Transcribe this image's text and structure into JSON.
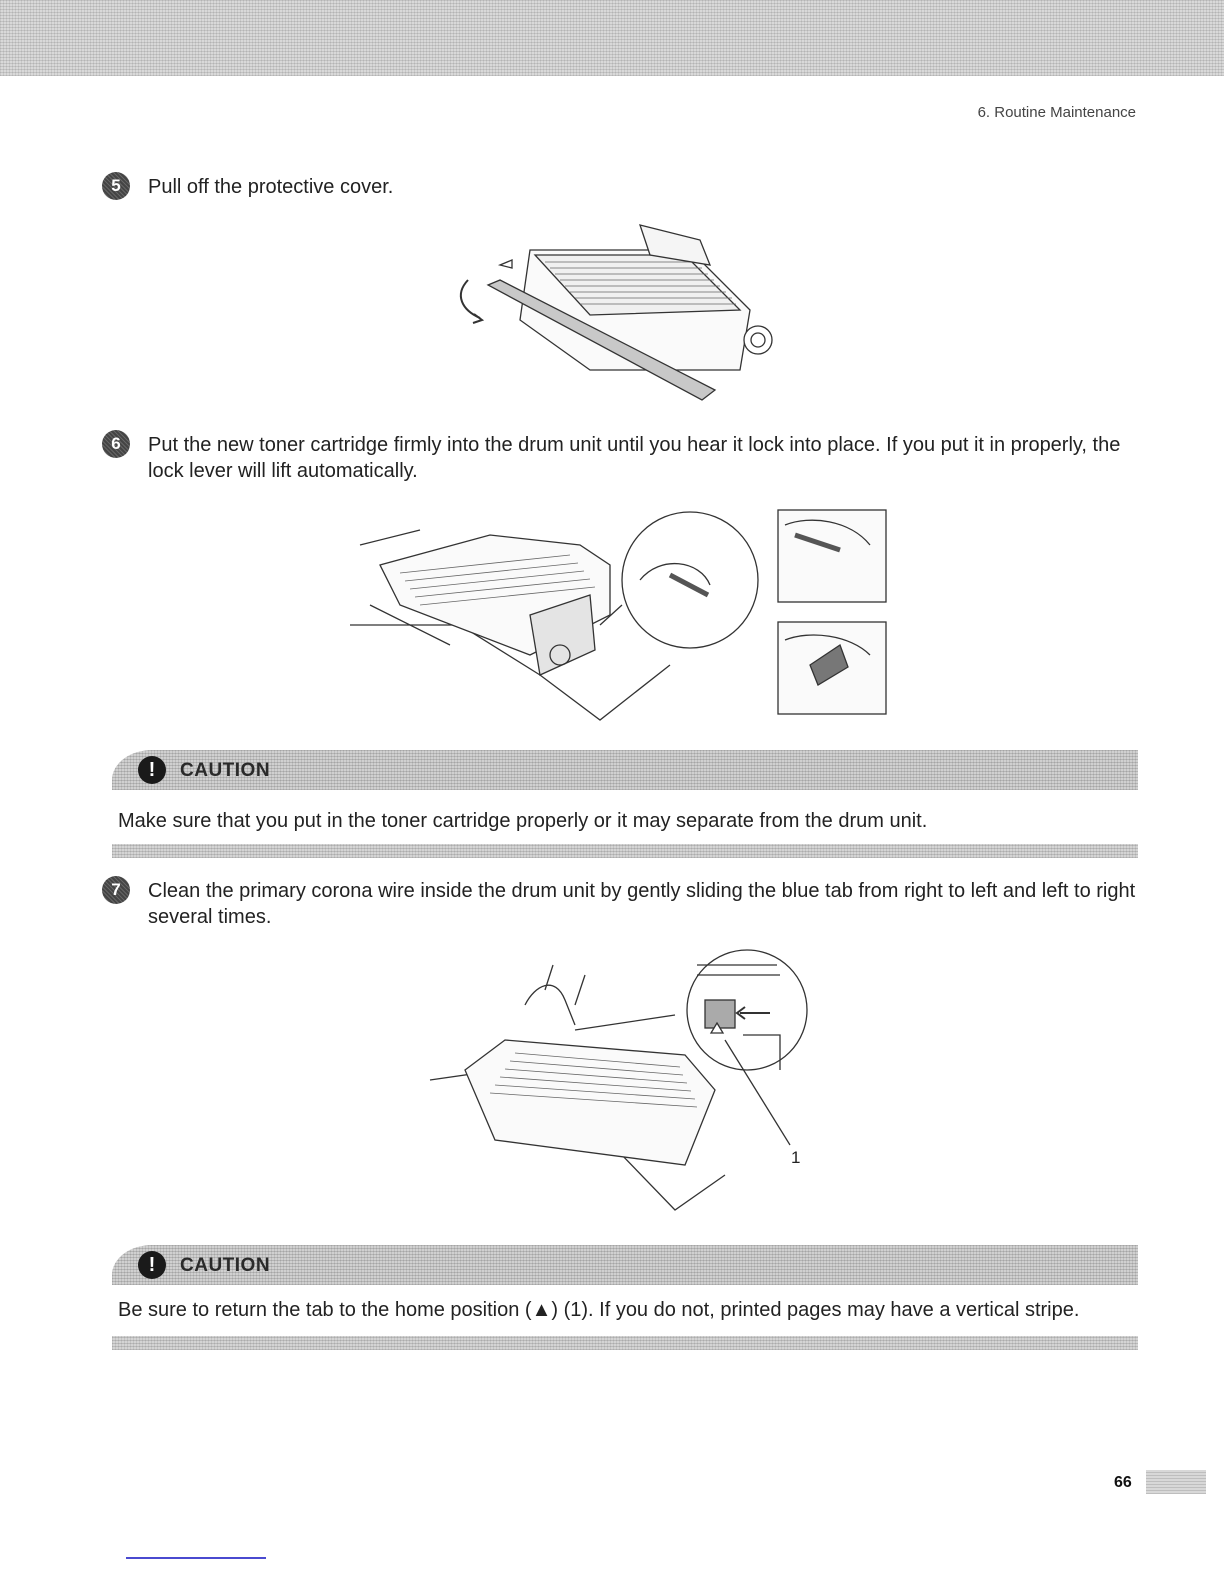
{
  "header": {
    "section": "6. Routine Maintenance"
  },
  "steps": [
    {
      "number": "5",
      "text": "Pull off the protective cover."
    },
    {
      "number": "6",
      "text": "Put the new toner cartridge firmly into the drum unit until you hear it lock into place. If you put it in properly, the lock lever will lift automatically."
    },
    {
      "number": "7",
      "text": "Clean the primary corona wire inside the drum unit by gently sliding the blue tab from right to left and left to right several times."
    }
  ],
  "cautions": [
    {
      "label": "CAUTION",
      "text": "Make sure that you put in the toner cartridge properly or it may separate from the drum unit."
    },
    {
      "label": "CAUTION",
      "text": "Be sure to return the tab to the home position (▲) (1). If you do not, printed pages may have a vertical stripe."
    }
  ],
  "figures": {
    "corona_callout": "1"
  },
  "footer": {
    "page_number": "66"
  },
  "icons": {
    "step_marker": "numbered-circle",
    "caution": "exclamation-circle-icon"
  },
  "colors": {
    "band": "#d9d9d9",
    "text": "#222222",
    "icon": "#1a1a1a"
  }
}
